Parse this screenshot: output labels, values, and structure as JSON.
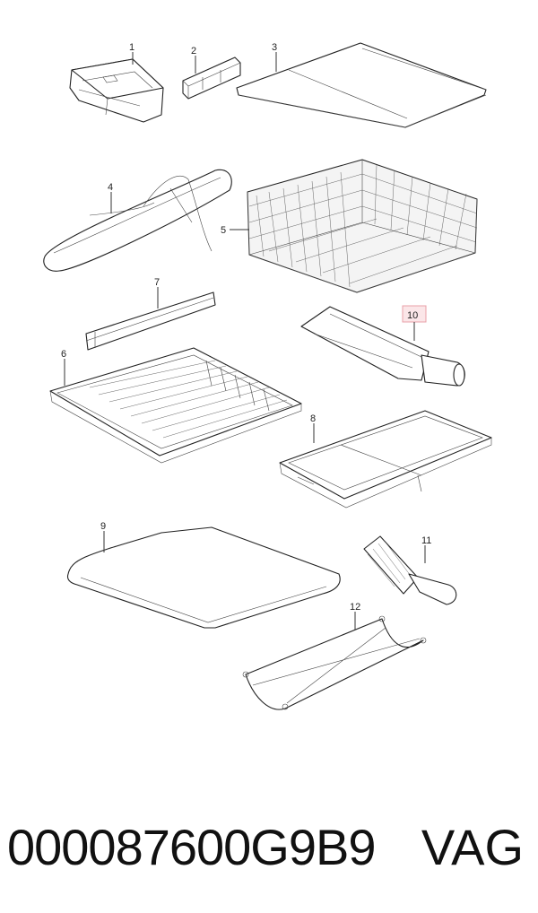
{
  "diagram": {
    "callouts": [
      {
        "id": "1",
        "label": "1"
      },
      {
        "id": "2",
        "label": "2"
      },
      {
        "id": "3",
        "label": "3"
      },
      {
        "id": "4",
        "label": "4"
      },
      {
        "id": "5",
        "label": "5"
      },
      {
        "id": "6",
        "label": "6"
      },
      {
        "id": "7",
        "label": "7"
      },
      {
        "id": "8",
        "label": "8"
      },
      {
        "id": "9",
        "label": "9"
      },
      {
        "id": "10",
        "label": "10",
        "highlighted": true
      },
      {
        "id": "11",
        "label": "11"
      },
      {
        "id": "12",
        "label": "12"
      }
    ],
    "highlight_color": "#e8a0a8"
  },
  "footer": {
    "part_number": "000087600G9B9",
    "brand": "VAG"
  }
}
